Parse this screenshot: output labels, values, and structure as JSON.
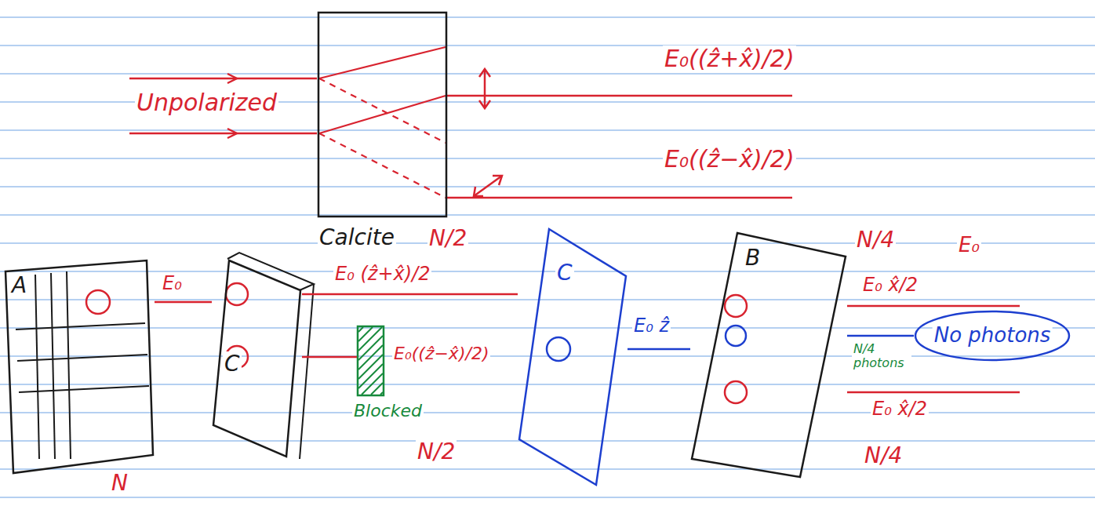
{
  "diagram": {
    "nodes": [
      {
        "text": [
          "Calcite"
        ]
      },
      {
        "text": [
          "A"
        ]
      },
      {
        "text": [
          "C"
        ]
      },
      {
        "text": [
          "Blocked"
        ]
      },
      {
        "text": [
          "C"
        ]
      },
      {
        "text": [
          "B"
        ]
      },
      {
        "text": [
          "No photons"
        ]
      }
    ],
    "edges": [
      {
        "from": 1,
        "to": 2,
        "arrow": "none"
      },
      {
        "from": 2,
        "to": 4,
        "arrow": "none"
      },
      {
        "from": 2,
        "to": 3,
        "arrow": "none"
      },
      {
        "from": 4,
        "to": 5,
        "arrow": "none"
      },
      {
        "from": 5,
        "to": 6,
        "arrow": "none"
      }
    ],
    "labels": [
      "Unpolarized",
      "E₀((ẑ+x̂)/2)",
      "E₀((ẑ−x̂)/2)",
      "E₀",
      "N",
      "N/2",
      "E₀ (ẑ+x̂)/2",
      "E₀((ẑ−x̂)/2)",
      "N/2",
      "E₀ ẑ",
      "N/4",
      "E₀",
      "E₀ x̂/2",
      "N/4 photons",
      "E₀ x̂/2",
      "N/4"
    ]
  }
}
